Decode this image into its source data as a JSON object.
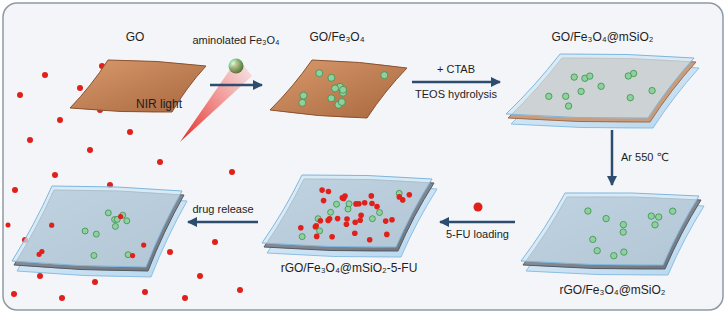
{
  "diagram": {
    "nodes": [
      {
        "text": [
          "GO"
        ]
      },
      {
        "text": [
          "GO/Fe₃O₄"
        ]
      },
      {
        "text": [
          "GO/Fe₃O₄@mSiO₂"
        ]
      },
      {
        "text": [
          "rGO/Fe₃O₄@mSiO₂"
        ]
      },
      {
        "text": [
          "rGO/Fe₃O₄@mSiO₂-5-FU"
        ]
      },
      {
        "text": [
          "NIR light"
        ]
      }
    ],
    "edges": [
      {
        "from": 0,
        "to": 1,
        "arrow": "to",
        "label": "aminolated Fe₃O₄"
      },
      {
        "from": 1,
        "to": 2,
        "arrow": "to",
        "label": "+ CTAB"
      },
      {
        "from": 2,
        "to": 3,
        "arrow": "to",
        "label": "Ar 550 ℃"
      },
      {
        "from": 3,
        "to": 4,
        "arrow": "to",
        "label": "5-FU loading"
      },
      {
        "from": 4,
        "to": 5,
        "arrow": "to",
        "label": "drug release"
      }
    ],
    "labels": [
      "TEOS hydrolysis"
    ]
  }
}
